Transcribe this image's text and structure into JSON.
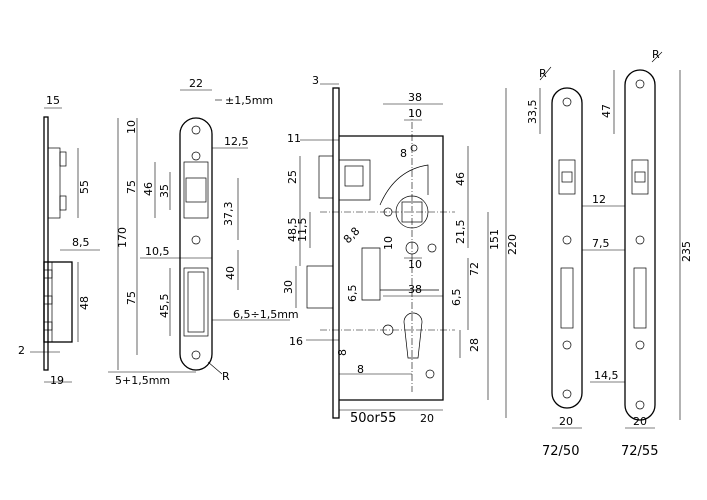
{
  "drawing": {
    "side_view": {
      "d15": "15",
      "d55": "55",
      "d8_5": "8,5",
      "d48": "48",
      "d2": "2",
      "d19": "19"
    },
    "strike": {
      "d22": "22",
      "tol": "±1,5mm",
      "d10": "10",
      "d12_5": "12,5",
      "d75a": "75",
      "d46": "46",
      "d35": "35",
      "d37_3": "37,3",
      "d170": "170",
      "d10_5": "10,5",
      "d40": "40",
      "d75b": "75",
      "d45_5": "45,5",
      "d6_5": "6,5÷1,5mm",
      "d5": "5+1,5mm",
      "r": "R"
    },
    "lock_body": {
      "d3": "3",
      "d38a": "38",
      "d10a": "10",
      "d11": "11",
      "d8a": "8",
      "d25": "25",
      "d46": "46",
      "d48_5": "48,5",
      "d11_5": "11,5",
      "d8_8": "8,8",
      "d10b": "10",
      "d21_5": "21,5",
      "d10c": "10",
      "d151": "151",
      "d220": "220",
      "d72": "72",
      "d30": "30",
      "d6_5a": "6,5",
      "d38b": "38",
      "d6_5b": "6,5",
      "d28": "28",
      "d16": "16",
      "d8b": "8",
      "d8c": "8",
      "d50": "50or55",
      "d20": "20"
    },
    "plate_72_50": {
      "r": "R",
      "d33_5": "33,5",
      "d12": "12",
      "d7_5": "7,5",
      "d20": "20",
      "label": "72/50"
    },
    "plate_72_55": {
      "r": "R",
      "d47": "47",
      "d235": "235",
      "d14_5": "14,5",
      "d20": "20",
      "label": "72/55"
    }
  }
}
